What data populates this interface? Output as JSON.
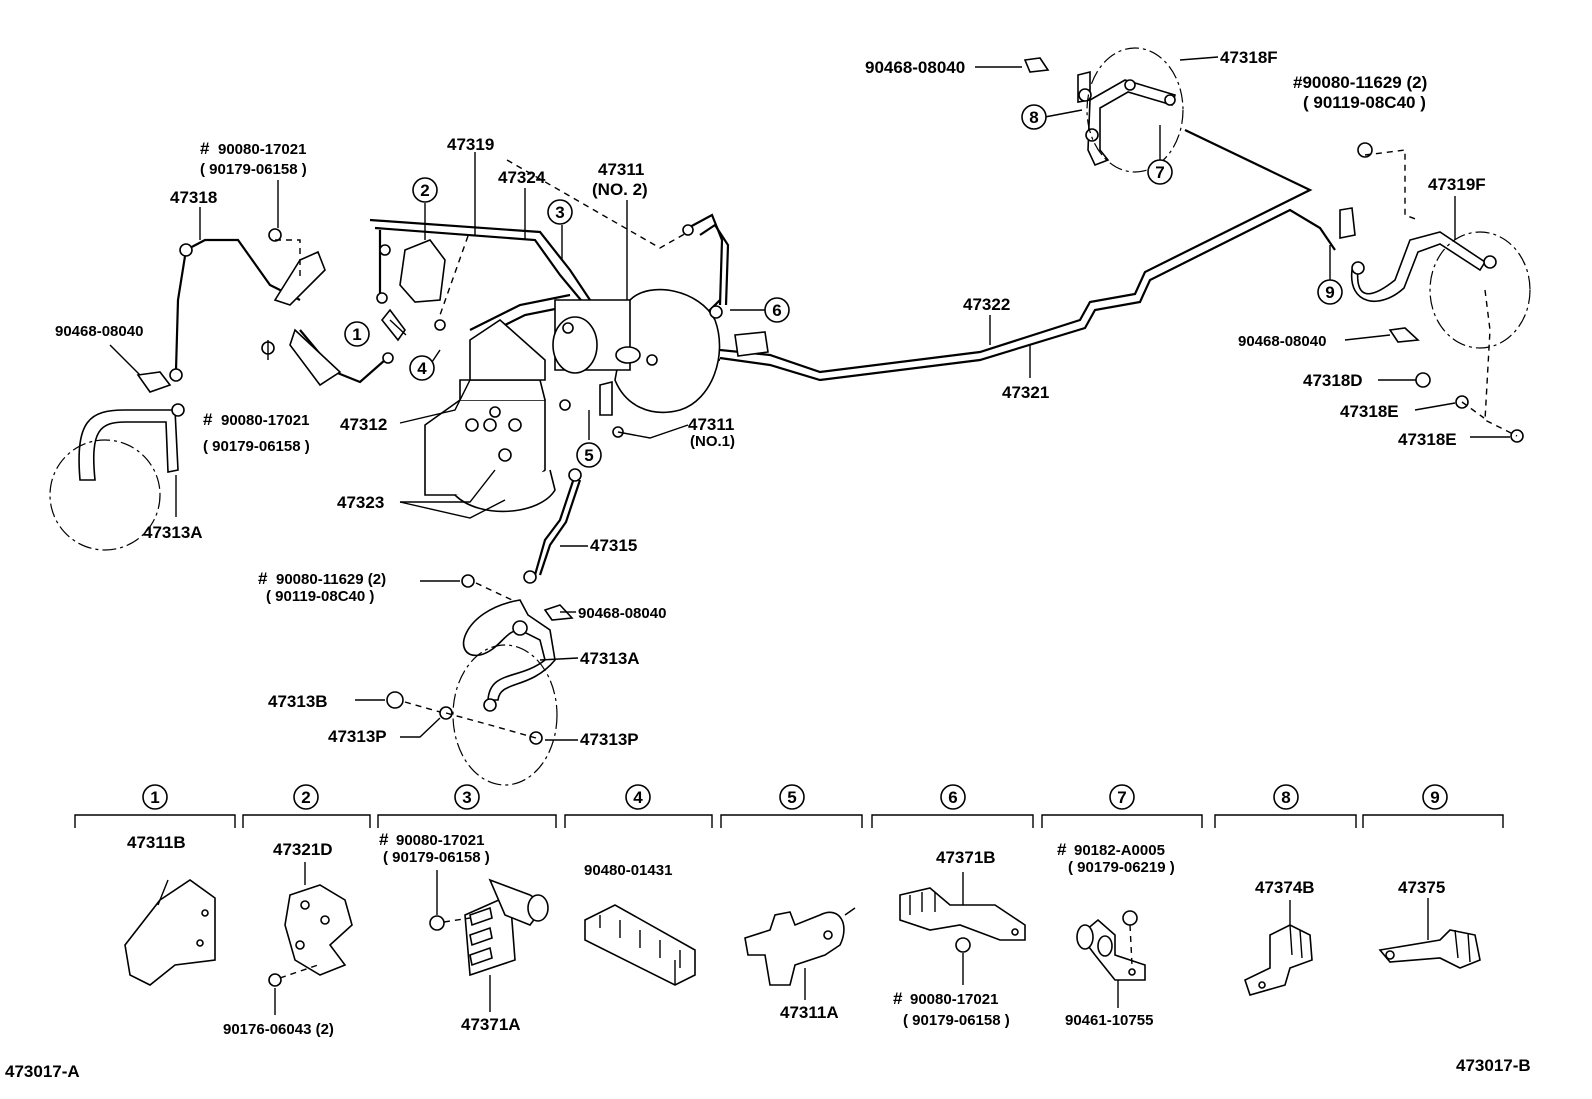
{
  "labels": {
    "p47318F": "47318F",
    "p90468_tr": "90468-08040",
    "p90080_11629_tr": "#90080-11629 (2)",
    "p90119_tr": "( 90119-08C40 )",
    "p47319F": "47319F",
    "p47319": "47319",
    "p47324": "47324",
    "p47311_no2_a": "47311",
    "p47311_no2_b": "(NO. 2)",
    "p90080_17021_tl": "90080-17021",
    "p90179_tl": "( 90179-06158 )",
    "p47318": "47318",
    "p90468_l": "90468-08040",
    "p90080_17021_ml": "90080-17021",
    "p90179_ml": "( 90179-06158 )",
    "p47312": "47312",
    "p47311_no1_a": "47311",
    "p47311_no1_b": "(NO.1)",
    "p47322": "47322",
    "p47321": "47321",
    "p90468_r": "90468-08040",
    "p47318D": "47318D",
    "p47318E_1": "47318E",
    "p47318E_2": "47318E",
    "p47313A_l": "47313A",
    "p47323": "47323",
    "p47315": "47315",
    "p90080_11629_c": "90080-11629 (2)",
    "p90119_c": "( 90119-08C40 )",
    "p90468_c": "90468-08040",
    "p47313A_c": "47313A",
    "p47313B": "47313B",
    "p47313P_1": "47313P",
    "p47313P_2": "47313P",
    "hash": "#"
  },
  "callouts": [
    "1",
    "2",
    "3",
    "4",
    "5",
    "6",
    "7",
    "8",
    "9"
  ],
  "detail_panels": [
    {
      "num": "1",
      "part": "47311B"
    },
    {
      "num": "2",
      "part": "47321D",
      "sub": "90176-06043 (2)"
    },
    {
      "num": "3",
      "ref1": "90080-17021",
      "ref2": "( 90179-06158 )",
      "part": "47371A"
    },
    {
      "num": "4",
      "part": "90480-01431"
    },
    {
      "num": "5",
      "part": "47311A"
    },
    {
      "num": "6",
      "part": "47371B",
      "ref1": "90080-17021",
      "ref2": "( 90179-06158 )"
    },
    {
      "num": "7",
      "ref1": "90182-A0005",
      "ref2": "( 90179-06219 )",
      "part": "90461-10755"
    },
    {
      "num": "8",
      "part": "47374B"
    },
    {
      "num": "9",
      "part": "47375"
    }
  ],
  "footer": {
    "left": "473017-A",
    "right": "473017-B"
  }
}
